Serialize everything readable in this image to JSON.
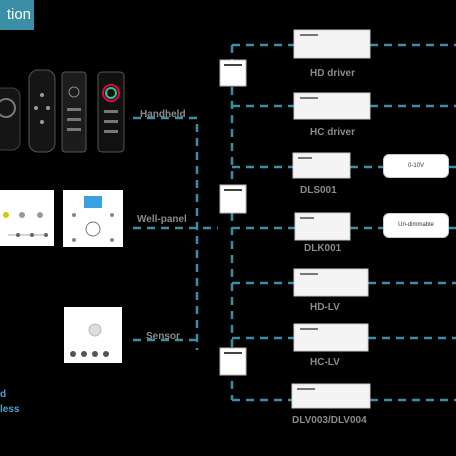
{
  "header": {
    "title": "tion"
  },
  "groups": {
    "handheld": "Handheld",
    "wall_panel": "Well-panel",
    "sensor": "Sensor"
  },
  "devices": [
    {
      "id": "hd-driver",
      "label": "HD driver"
    },
    {
      "id": "hc-driver",
      "label": "HC driver"
    },
    {
      "id": "dls001",
      "label": "DLS001",
      "badge": "0-10V"
    },
    {
      "id": "dlk001",
      "label": "DLK001",
      "badge": "Un-dimmable"
    },
    {
      "id": "hd-lv",
      "label": "HD-LV"
    },
    {
      "id": "hc-lv",
      "label": "HC-LV"
    },
    {
      "id": "dlv003",
      "label": "DLV003/DLV004"
    }
  ],
  "left_caption": {
    "line1": "d",
    "line2": "less"
  },
  "colors": {
    "link": "#3a8ea6",
    "label": "#8a8a8a",
    "background": "#000000"
  }
}
